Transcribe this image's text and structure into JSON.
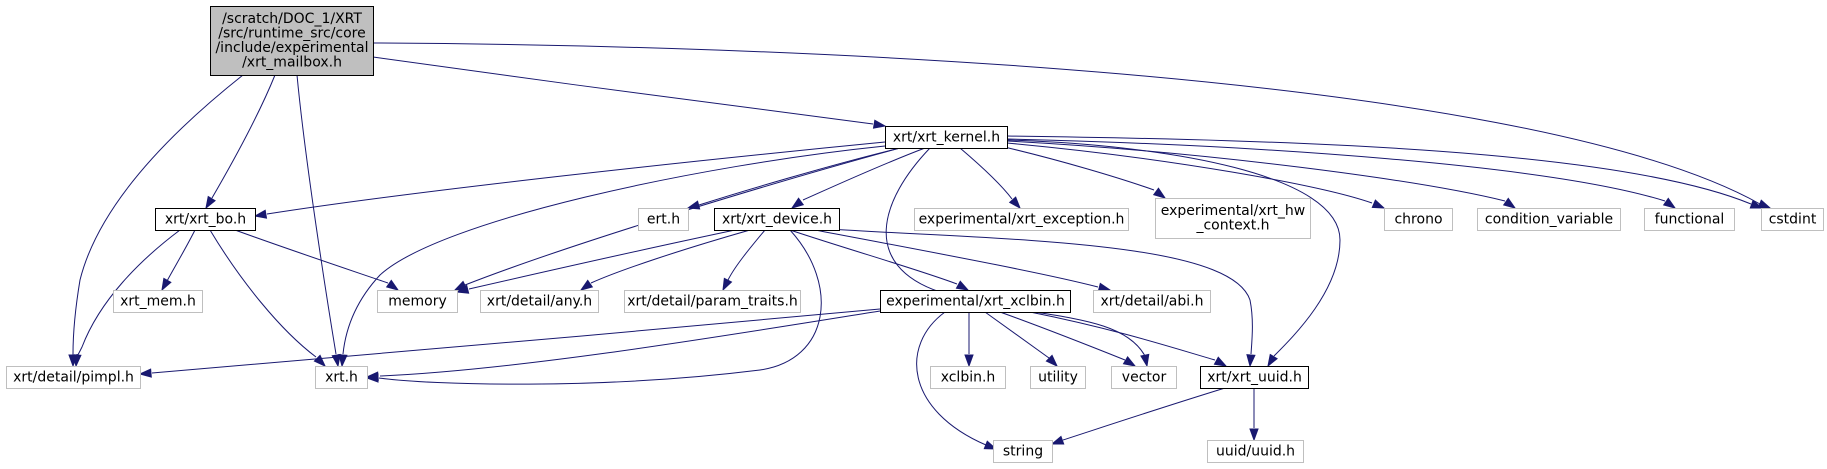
{
  "diagram": {
    "colors": {
      "edge": "#191970",
      "root_fill": "#bfbfbf",
      "root_border": "#000000",
      "documented_border": "#000000",
      "external_border": "#bfbfbf",
      "background": "#ffffff"
    },
    "nodes": [
      {
        "id": "root",
        "style": "root",
        "lines": [
          "/scratch/DOC_1/XRT",
          "/src/runtime_src/core",
          "/include/experimental",
          "/xrt_mailbox.h"
        ]
      },
      {
        "id": "xrt_kernel",
        "style": "documented",
        "lines": [
          "xrt/xrt_kernel.h"
        ]
      },
      {
        "id": "cstdint",
        "style": "external",
        "lines": [
          "cstdint"
        ]
      },
      {
        "id": "xrt_bo",
        "style": "documented",
        "lines": [
          "xrt/xrt_bo.h"
        ]
      },
      {
        "id": "ert",
        "style": "external",
        "lines": [
          "ert.h"
        ]
      },
      {
        "id": "xrt_device",
        "style": "documented",
        "lines": [
          "xrt/xrt_device.h"
        ]
      },
      {
        "id": "xrt_exception",
        "style": "external",
        "lines": [
          "experimental/xrt_exception.h"
        ]
      },
      {
        "id": "xrt_hw_context",
        "style": "external",
        "lines": [
          "experimental/xrt_hw",
          "_context.h"
        ]
      },
      {
        "id": "chrono",
        "style": "external",
        "lines": [
          "chrono"
        ]
      },
      {
        "id": "condition_variable",
        "style": "external",
        "lines": [
          "condition_variable"
        ]
      },
      {
        "id": "functional",
        "style": "external",
        "lines": [
          "functional"
        ]
      },
      {
        "id": "xrt_mem",
        "style": "external",
        "lines": [
          "xrt_mem.h"
        ]
      },
      {
        "id": "memory",
        "style": "external",
        "lines": [
          "memory"
        ]
      },
      {
        "id": "any",
        "style": "external",
        "lines": [
          "xrt/detail/any.h"
        ]
      },
      {
        "id": "param_traits",
        "style": "external",
        "lines": [
          "xrt/detail/param_traits.h"
        ]
      },
      {
        "id": "xrt_xclbin",
        "style": "documented",
        "lines": [
          "experimental/xrt_xclbin.h"
        ]
      },
      {
        "id": "abi",
        "style": "external",
        "lines": [
          "xrt/detail/abi.h"
        ]
      },
      {
        "id": "pimpl",
        "style": "external",
        "lines": [
          "xrt/detail/pimpl.h"
        ]
      },
      {
        "id": "xrt_h",
        "style": "external",
        "lines": [
          "xrt.h"
        ]
      },
      {
        "id": "xclbin_h",
        "style": "external",
        "lines": [
          "xclbin.h"
        ]
      },
      {
        "id": "utility",
        "style": "external",
        "lines": [
          "utility"
        ]
      },
      {
        "id": "vector",
        "style": "external",
        "lines": [
          "vector"
        ]
      },
      {
        "id": "xrt_uuid",
        "style": "documented",
        "lines": [
          "xrt/xrt_uuid.h"
        ]
      },
      {
        "id": "string",
        "style": "external",
        "lines": [
          "string"
        ]
      },
      {
        "id": "uuid",
        "style": "external",
        "lines": [
          "uuid/uuid.h"
        ]
      }
    ],
    "edges": [
      [
        "root",
        "xrt_kernel"
      ],
      [
        "root",
        "cstdint"
      ],
      [
        "root",
        "xrt_bo"
      ],
      [
        "root",
        "xrt_h"
      ],
      [
        "root",
        "pimpl"
      ],
      [
        "xrt_kernel",
        "xrt_bo"
      ],
      [
        "xrt_kernel",
        "memory"
      ],
      [
        "xrt_kernel",
        "xrt_h"
      ],
      [
        "xrt_kernel",
        "ert"
      ],
      [
        "xrt_kernel",
        "xrt_device"
      ],
      [
        "xrt_kernel",
        "vector"
      ],
      [
        "xrt_kernel",
        "xrt_exception"
      ],
      [
        "xrt_kernel",
        "xrt_hw_context"
      ],
      [
        "xrt_kernel",
        "chrono"
      ],
      [
        "xrt_kernel",
        "condition_variable"
      ],
      [
        "xrt_kernel",
        "functional"
      ],
      [
        "xrt_kernel",
        "cstdint"
      ],
      [
        "xrt_kernel",
        "xrt_uuid"
      ],
      [
        "xrt_bo",
        "xrt_mem"
      ],
      [
        "xrt_bo",
        "memory"
      ],
      [
        "xrt_bo",
        "xrt_h"
      ],
      [
        "xrt_bo",
        "pimpl"
      ],
      [
        "xrt_device",
        "memory"
      ],
      [
        "xrt_device",
        "any"
      ],
      [
        "xrt_device",
        "param_traits"
      ],
      [
        "xrt_device",
        "xrt_xclbin"
      ],
      [
        "xrt_device",
        "abi"
      ],
      [
        "xrt_device",
        "xrt_uuid"
      ],
      [
        "xrt_device",
        "xrt_h"
      ],
      [
        "xrt_xclbin",
        "pimpl"
      ],
      [
        "xrt_xclbin",
        "xrt_h"
      ],
      [
        "xrt_xclbin",
        "string"
      ],
      [
        "xrt_xclbin",
        "xclbin_h"
      ],
      [
        "xrt_xclbin",
        "utility"
      ],
      [
        "xrt_xclbin",
        "vector"
      ],
      [
        "xrt_xclbin",
        "xrt_uuid"
      ],
      [
        "xrt_uuid",
        "string"
      ],
      [
        "xrt_uuid",
        "uuid"
      ]
    ]
  }
}
